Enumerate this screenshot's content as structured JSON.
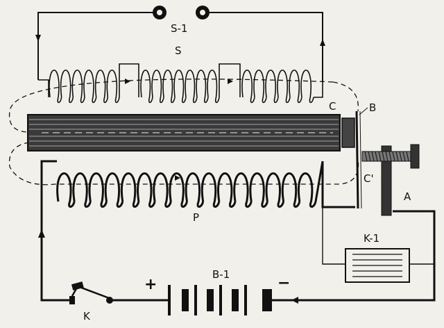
{
  "labels": {
    "spark_gap": "S-1",
    "secondary": "S",
    "core": "C",
    "breaker_disk": "B",
    "contact_point": "C'",
    "adjusting_screw": "A",
    "primary": "P",
    "condenser": "K-1",
    "battery": "B-1",
    "switch": "K",
    "plus": "+",
    "minus": "−"
  },
  "colors": {
    "ink": "#111111",
    "paper": "#f2f0ea",
    "core_fill": "#3a3a3a"
  }
}
